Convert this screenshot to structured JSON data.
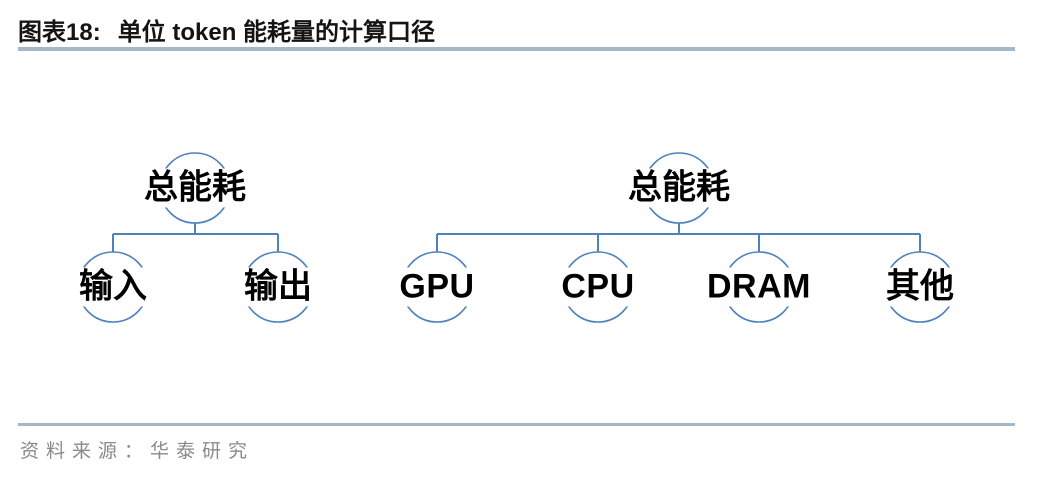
{
  "figure": {
    "title_prefix": "图表18:",
    "title_rest": "单位 token 能耗量的计算口径",
    "source": "资料来源：华泰研究"
  },
  "colors": {
    "node_outline": "#4f81bd",
    "connector": "#4f81bd",
    "rule_line": "#a4b7cb",
    "source_text": "#8a8a8a",
    "title_text": "#141414"
  },
  "trees": [
    {
      "name": "token-energy-split",
      "root": {
        "label": "总能耗"
      },
      "children": [
        {
          "label": "输入"
        },
        {
          "label": "输出"
        }
      ]
    },
    {
      "name": "hardware-energy-split",
      "root": {
        "label": "总能耗"
      },
      "children": [
        {
          "label": "GPU"
        },
        {
          "label": "CPU"
        },
        {
          "label": "DRAM"
        },
        {
          "label": "其他"
        }
      ]
    }
  ]
}
